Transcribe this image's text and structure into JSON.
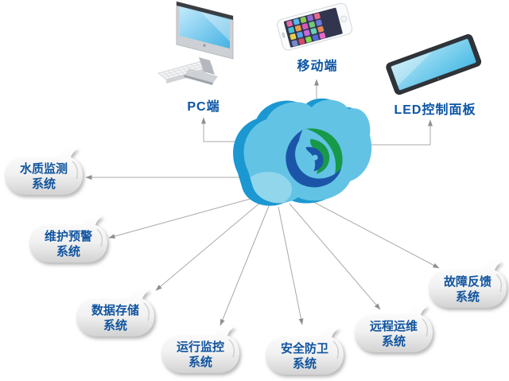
{
  "diagram": {
    "description": "cloud platform diagram connecting client devices and subsystems"
  },
  "devices": {
    "pc": {
      "label": "PC端",
      "icon": "desktop-computer-icon"
    },
    "mobile": {
      "label": "移动端",
      "icon": "smartphone-icon"
    },
    "led": {
      "label": "LED控制面板",
      "icon": "tablet-icon"
    }
  },
  "hub": {
    "icon": "cloud-icon",
    "logo": "swirl-logo"
  },
  "systems": [
    {
      "name": "水质监测系统",
      "line1": "水质监测",
      "line2": "系统"
    },
    {
      "name": "维护预警系统",
      "line1": "维护预警",
      "line2": "系统"
    },
    {
      "name": "数据存储系统",
      "line1": "数据存储",
      "line2": "系统"
    },
    {
      "name": "运行监控系统",
      "line1": "运行监控",
      "line2": "系统"
    },
    {
      "name": "安全防卫系统",
      "line1": "安全防卫",
      "line2": "系统"
    },
    {
      "name": "远程运维系统",
      "line1": "远程运维",
      "line2": "系统"
    },
    {
      "name": "故障反馈系统",
      "line1": "故障反馈",
      "line2": "系统"
    }
  ],
  "colors": {
    "label_blue": "#0b55a5",
    "bubble_text_blue": "#10549f",
    "cloud_front": "#63c3e5",
    "cloud_back": "#1b98d1",
    "cloud_lobe_light": "#92d6ec",
    "logo_blue": "#1b55a8",
    "logo_green": "#17994a",
    "connector_gray": "#a8a8a8",
    "arrowhead_gray": "#8f8f8f",
    "bubble_gradient_top": "#ffffff",
    "bubble_gradient_bottom": "#d2d2d2"
  }
}
